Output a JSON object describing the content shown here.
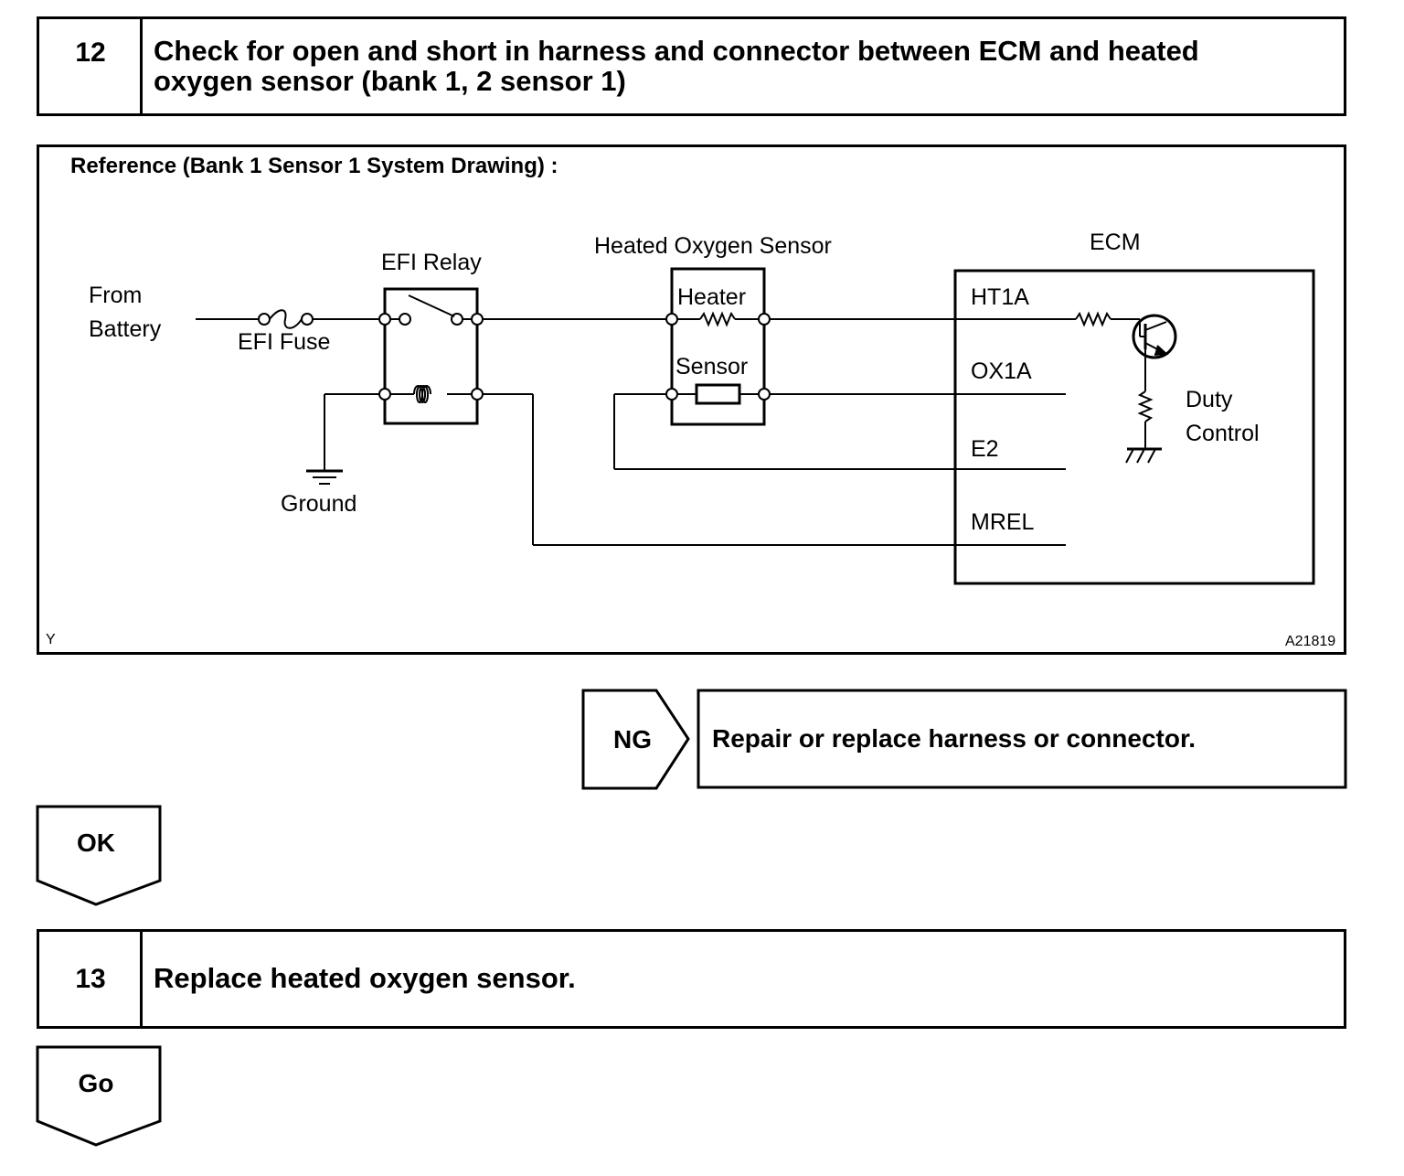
{
  "step12": {
    "number": "12",
    "title_line1": "Check for open and short in harness and connector between ECM and heated",
    "title_line2": "oxygen sensor (bank 1, 2 sensor 1)"
  },
  "reference": {
    "title": "Reference (Bank 1 Sensor 1 System Drawing) :",
    "from_line1": "From",
    "from_line2": "Battery",
    "efi_fuse": "EFI Fuse",
    "efi_relay": "EFI Relay",
    "ground": "Ground",
    "sensor_title": "Heated Oxygen Sensor",
    "heater": "Heater",
    "sensor": "Sensor",
    "ecm": "ECM",
    "ht1a": "HT1A",
    "ox1a": "OX1A",
    "e2": "E2",
    "mrel": "MREL",
    "duty_line1": "Duty",
    "duty_line2": "Control",
    "corner_left": "Y",
    "corner_right": "A21819"
  },
  "ng": {
    "label": "NG",
    "text": "Repair or replace harness or connector."
  },
  "ok": {
    "label": "OK"
  },
  "step13": {
    "number": "13",
    "title": "Replace heated oxygen sensor."
  },
  "go": {
    "label": "Go"
  }
}
